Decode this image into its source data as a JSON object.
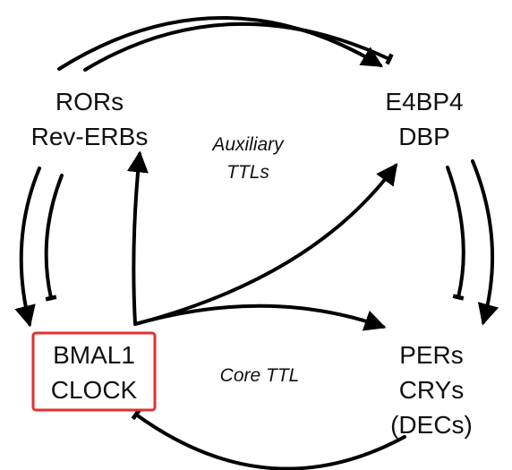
{
  "nodes": {
    "rors": {
      "line1": "RORs",
      "line2": "Rev-ERBs"
    },
    "e4bp4": {
      "line1": "E4BP4",
      "line2": "DBP"
    },
    "bmal1": {
      "line1": "BMAL1",
      "line2": "CLOCK"
    },
    "pers": {
      "line1": "PERs",
      "line2": "CRYs",
      "line3": "(DECs)"
    }
  },
  "labels": {
    "auxiliary_line1": "Auxiliary",
    "auxiliary_line2": "TTLs",
    "core": "Core TTL"
  },
  "colors": {
    "highlight_box": "#e0322e",
    "edge": "#000000",
    "text": "#111111"
  },
  "edges": [
    {
      "from": "rors",
      "to": "e4bp4",
      "type": "activation"
    },
    {
      "from": "rors",
      "to": "e4bp4",
      "type": "repression"
    },
    {
      "from": "rors",
      "to": "bmal1",
      "type": "activation"
    },
    {
      "from": "rors",
      "to": "bmal1",
      "type": "repression"
    },
    {
      "from": "bmal1",
      "to": "rors",
      "type": "activation"
    },
    {
      "from": "bmal1",
      "to": "e4bp4",
      "type": "activation"
    },
    {
      "from": "bmal1",
      "to": "pers",
      "type": "activation"
    },
    {
      "from": "e4bp4",
      "to": "pers",
      "type": "activation"
    },
    {
      "from": "e4bp4",
      "to": "pers",
      "type": "repression"
    },
    {
      "from": "pers",
      "to": "bmal1",
      "type": "repression"
    }
  ]
}
